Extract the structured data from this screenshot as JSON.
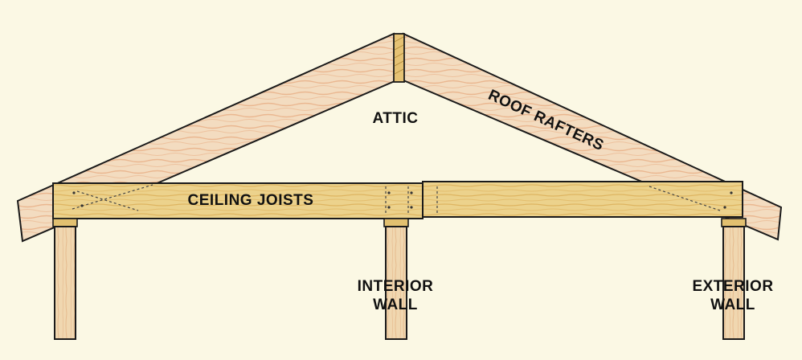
{
  "labels": {
    "attic": "ATTIC",
    "roof_rafters": "ROOF RAFTERS",
    "ceiling_joists": "CEILING JOISTS",
    "interior_wall_line1": "INTERIOR",
    "interior_wall_line2": "WALL",
    "exterior_wall_line1": "EXTERIOR",
    "exterior_wall_line2": "WALL"
  },
  "colors": {
    "background": "#fbf8e4",
    "rafter_wood": "#f3dcc0",
    "rafter_grain": "#e8a77c",
    "joist_wood": "#ecd28c",
    "joist_grain": "#d9a84e",
    "stud_wood": "#f0d7b0",
    "top_plate": "#e2c070",
    "outline": "#1a1a1a"
  }
}
